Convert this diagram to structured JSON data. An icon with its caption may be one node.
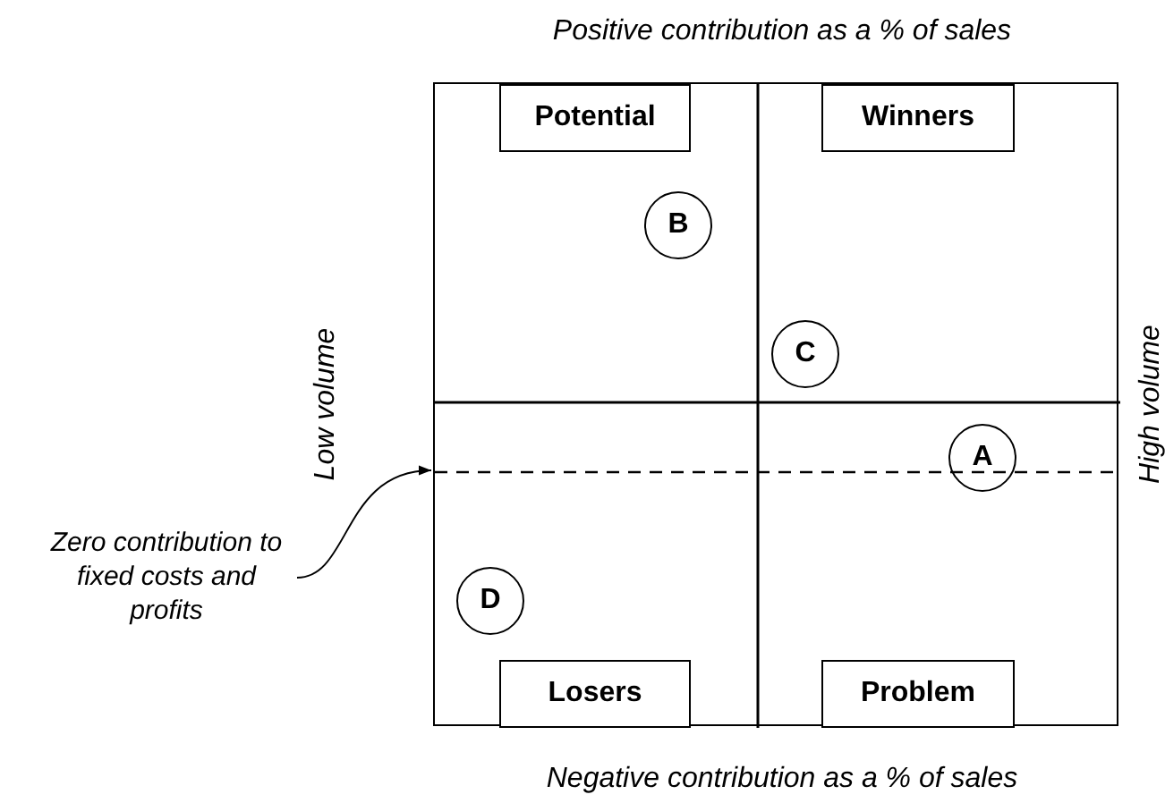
{
  "diagram": {
    "nodes": [
      {
        "text": [],
        "shape": "box"
      },
      {
        "text": [
          "Potential"
        ],
        "in": 0
      },
      {
        "text": [
          "Winners"
        ],
        "in": 0
      },
      {
        "text": [
          "B"
        ],
        "in": 0
      },
      {
        "text": [
          "C"
        ],
        "in": 0
      },
      {
        "text": [
          "A"
        ],
        "in": 0
      },
      {
        "text": [
          "D"
        ],
        "in": 0
      },
      {
        "text": [
          "Losers"
        ],
        "in": 0
      },
      {
        "text": [
          "Problem"
        ],
        "in": 0
      },
      {
        "text": [
          "Zero contribution to fixed costs and profits"
        ]
      },
      {
        "text": [],
        "shape": "line",
        "in": 0
      }
    ],
    "edges": [
      {
        "from": 9,
        "to": 10,
        "arrow": "to"
      }
    ],
    "labels": [
      "Positive contribution as a % of sales",
      "Low volume",
      "High volume",
      "Negative contribution as a % of sales"
    ]
  }
}
